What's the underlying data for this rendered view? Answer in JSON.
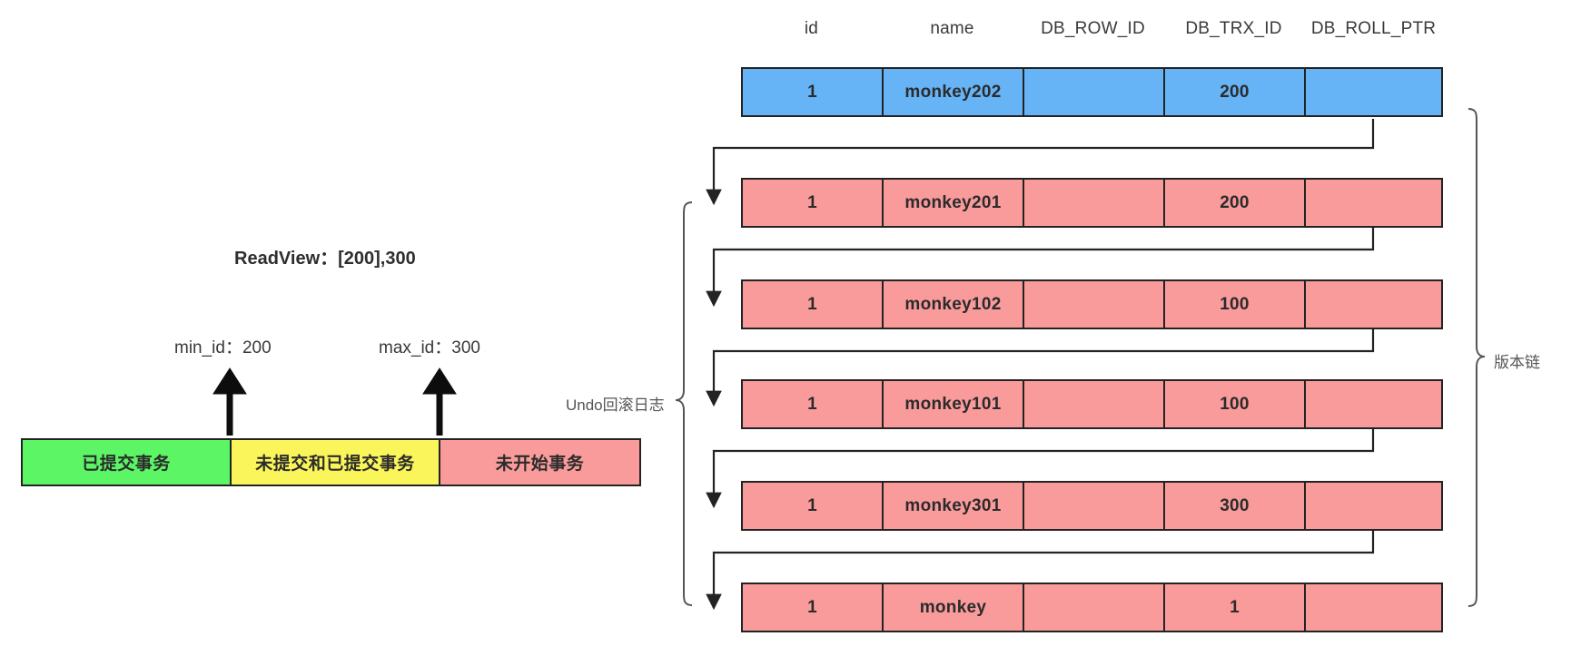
{
  "diagram": {
    "title_hidden": "",
    "columns": [
      {
        "key": "id",
        "label": "id"
      },
      {
        "key": "name",
        "label": "name"
      },
      {
        "key": "db_row_id",
        "label": "DB_ROW_ID"
      },
      {
        "key": "db_trx_id",
        "label": "DB_TRX_ID"
      },
      {
        "key": "db_roll_ptr",
        "label": "DB_ROLL_PTR"
      }
    ],
    "rows": [
      {
        "id": "1",
        "name": "monkey202",
        "db_row_id": "",
        "db_trx_id": "200",
        "db_roll_ptr": "",
        "color": "blue"
      },
      {
        "id": "1",
        "name": "monkey201",
        "db_row_id": "",
        "db_trx_id": "200",
        "db_roll_ptr": "",
        "color": "red"
      },
      {
        "id": "1",
        "name": "monkey102",
        "db_row_id": "",
        "db_trx_id": "100",
        "db_roll_ptr": "",
        "color": "red"
      },
      {
        "id": "1",
        "name": "monkey101",
        "db_row_id": "",
        "db_trx_id": "100",
        "db_roll_ptr": "",
        "color": "red"
      },
      {
        "id": "1",
        "name": "monkey301",
        "db_row_id": "",
        "db_trx_id": "300",
        "db_roll_ptr": "",
        "color": "red"
      },
      {
        "id": "1",
        "name": "monkey",
        "db_row_id": "",
        "db_trx_id": "1",
        "db_roll_ptr": "",
        "color": "red"
      }
    ],
    "undo_log_label": "Undo回滚日志",
    "version_chain_label": "版本链"
  },
  "readview": {
    "text": "ReadView：[200],300",
    "min_id_label": "min_id：200",
    "max_id_label": "max_id：300",
    "min_id_value": "200",
    "max_id_value": "300",
    "active_ids": "[200]"
  },
  "txn_bar": {
    "segments": [
      {
        "key": "committed",
        "label": "已提交事务",
        "color": "#5cf565"
      },
      {
        "key": "active",
        "label": "未提交和已提交事务",
        "color": "#faf55a"
      },
      {
        "key": "notstarted",
        "label": "未开始事务",
        "color": "#fa9b9b"
      }
    ]
  },
  "colors": {
    "current_row": "#66b3f5",
    "undo_row": "#fa9b9b",
    "committed": "#5cf565",
    "active": "#faf55a",
    "not_started": "#fa9b9b",
    "stroke": "#232323"
  }
}
